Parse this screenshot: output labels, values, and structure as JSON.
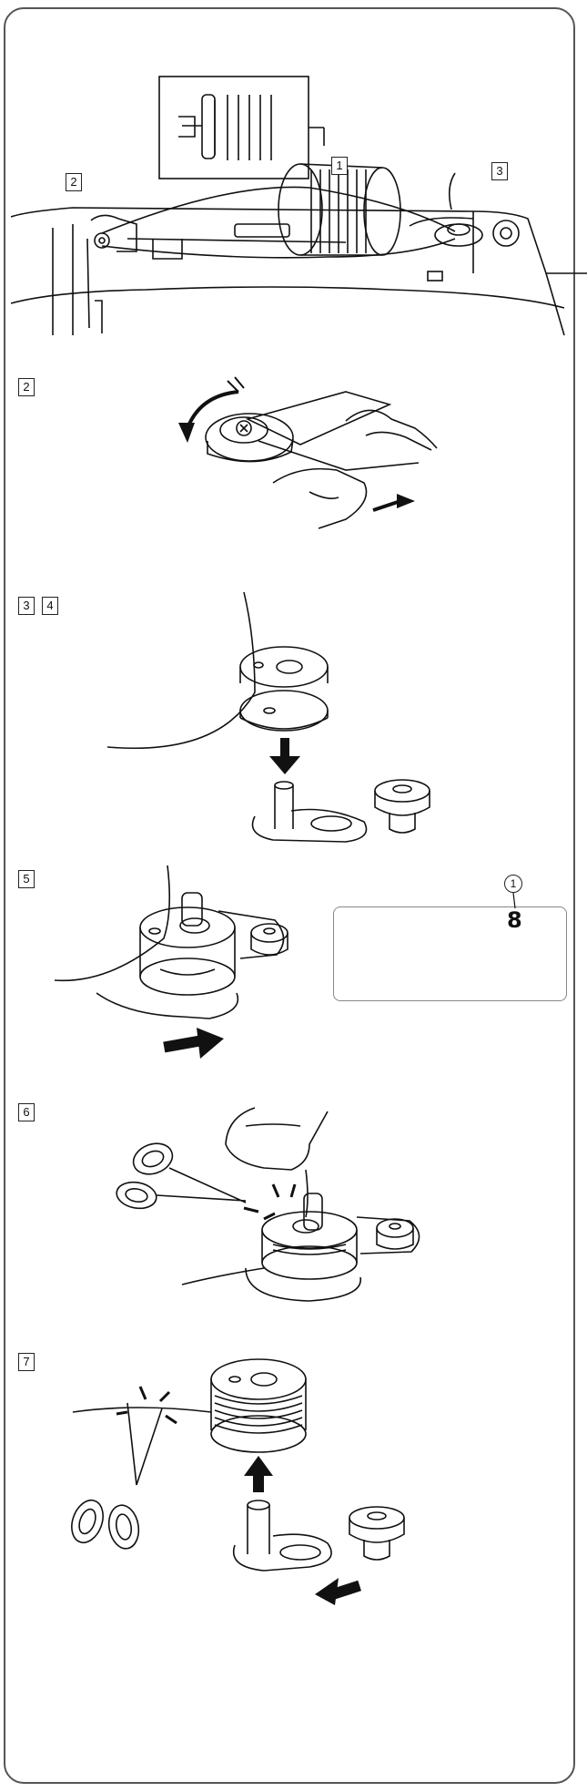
{
  "callouts": {
    "c1": "1",
    "c2": "2",
    "c3": "3"
  },
  "steps": {
    "s2": "2",
    "s3": "3",
    "s4": "4",
    "s5": "5",
    "s6": "6",
    "s7": "7"
  },
  "display": {
    "marker": "1",
    "bobbin_glyph": "8"
  },
  "icons": [
    "bobbin-icon",
    "arrow-icon",
    "scissors-icon",
    "hand-icon",
    "spool-icon"
  ]
}
